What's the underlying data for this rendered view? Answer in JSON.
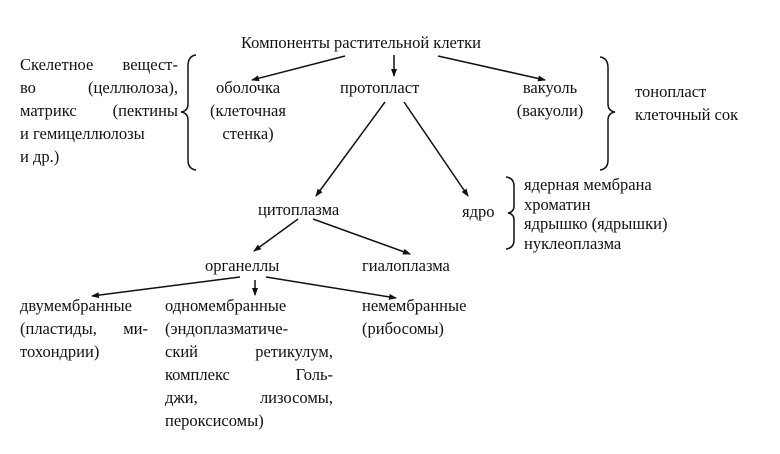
{
  "title": "Компоненты растительной клетки",
  "wall_composition": [
    "Скелетное вещест-",
    "во (целлюлоза),",
    "матрикс (пектины",
    "и гемицеллюлозы",
    "и др.)"
  ],
  "cell_wall": [
    "оболочка",
    "(клеточная",
    "стенка)"
  ],
  "protoplast": "протопласт",
  "vacuole": [
    "вакуоль",
    "(вакуоли)"
  ],
  "vacuole_parts": [
    "тонопласт",
    "клеточный сок"
  ],
  "cytoplasm": "цитоплазма",
  "nucleus": "ядро",
  "nucleus_parts": [
    "ядерная мембрана",
    "хроматин",
    "ядрышко (ядрышки)",
    "нуклеоплазма"
  ],
  "organelles": "органеллы",
  "hyaloplasm": "гиалоплазма",
  "double_membrane": [
    "двумембранные",
    "(пластиды, ми-",
    "тохондрии)"
  ],
  "single_membrane": [
    "одномембранные",
    "(эндоплазматиче-",
    "ский ретикулум,",
    "комплекс Голь-",
    "джи, лизосомы,",
    "пероксисомы)"
  ],
  "non_membrane": [
    "немембранные",
    "(рибосомы)"
  ]
}
